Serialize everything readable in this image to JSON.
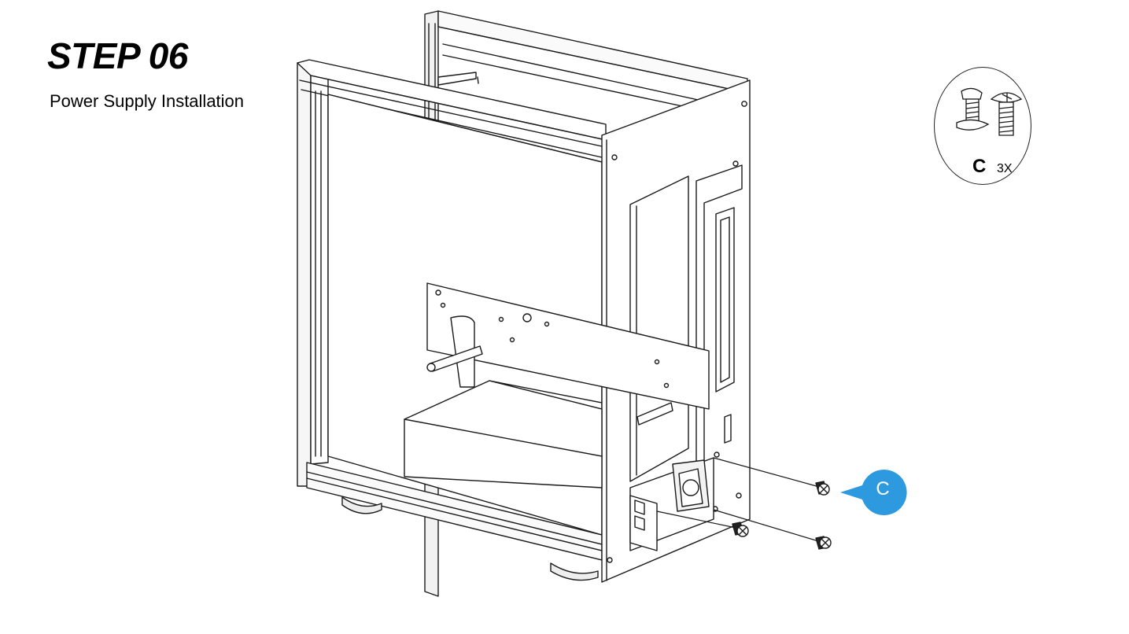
{
  "step": {
    "title": "STEP 06",
    "subtitle": "Power Supply Installation"
  },
  "hardware": {
    "letter": "C",
    "quantity": "3X",
    "icon": "screw-icon"
  },
  "callout": {
    "letter": "C",
    "color": "#2d9ae0"
  }
}
